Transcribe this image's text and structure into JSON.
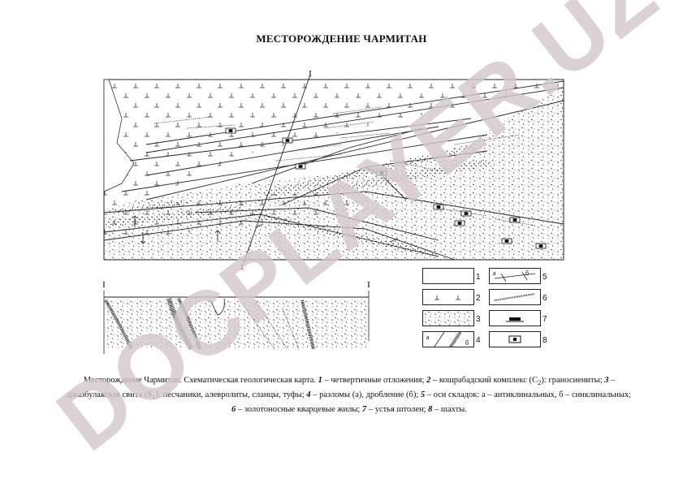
{
  "page": {
    "title": "МЕСТОРОЖДЕНИЕ ЧАРМИТАН"
  },
  "map": {
    "section_label": "I",
    "section_label_bottom": "I",
    "section_left_label": "I",
    "section_right_label": "I",
    "letter_a": "а",
    "letter_b": "б"
  },
  "legend": {
    "items": [
      {
        "num": "1",
        "symbol": "empty-box"
      },
      {
        "num": "2",
        "symbol": "granosyenite-hatch"
      },
      {
        "num": "3",
        "symbol": "sandstone-dots"
      },
      {
        "num": "4",
        "symbol": "faults-breccia"
      },
      {
        "num": "5",
        "symbol": "fold-axes"
      },
      {
        "num": "6",
        "symbol": "quartz-veins"
      },
      {
        "num": "7",
        "symbol": "adit-mouth"
      },
      {
        "num": "8",
        "symbol": "mine-shaft"
      }
    ]
  },
  "caption": {
    "p1": "Месторождение Чармитан. Схематическая геологическая карта. ",
    "n1": "1",
    "t1": " – четвертичные отложения; ",
    "n2": "2",
    "t2": " – кошрабадский комплекс (C",
    "sub2": "2",
    "t2b": "): граносиениты; ",
    "n3": "3",
    "t3": " – джазбулакская свита (S",
    "sub3": "1",
    "t3b": "): песчаники, алевролиты, сланцы, туфы; ",
    "n4": "4",
    "t4": " – разломы (а), дробление (б); ",
    "n5": "5",
    "t5": " – оси складок: а – антиклинальных, б – синклинальных; ",
    "n6": "6",
    "t6": " – золотоносные кварцевые жилы; ",
    "n7": "7",
    "t7": " – устья штолен; ",
    "n8": "8",
    "t8": " – шахты."
  },
  "watermark": {
    "text": "DOCPLAYER.UZ",
    "color": "#d4c8cc"
  }
}
